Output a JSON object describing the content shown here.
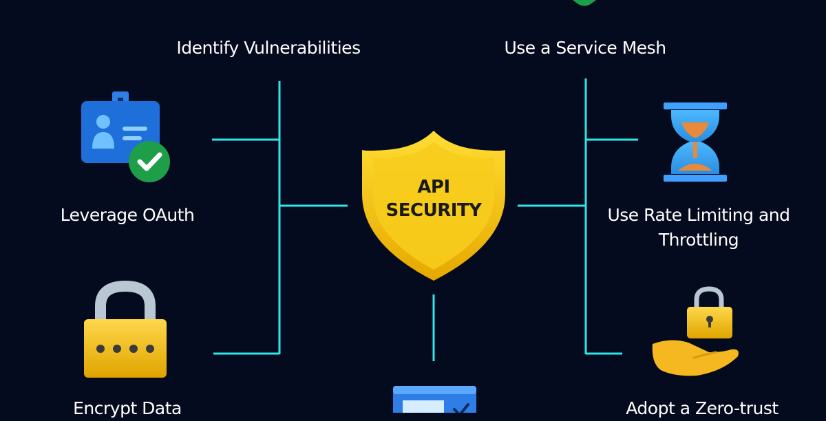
{
  "center": {
    "line1": "API",
    "line2": "SECURITY"
  },
  "practices": {
    "identify_vulnerabilities": "Identify Vulnerabilities",
    "service_mesh": "Use a Service Mesh",
    "oauth": "Leverage OAuth",
    "rate_limiting": "Use Rate Limiting and Throttling",
    "encrypt_data": "Encrypt Data",
    "zero_trust": "Adopt a Zero-trust"
  },
  "colors": {
    "background": "#050b1e",
    "connector": "#2ee6e6",
    "shield": "#f5c518",
    "check_green": "#1f9e4a",
    "id_card_blue": "#1e6fd9"
  },
  "icons": {
    "oauth": "id-card-check-icon",
    "encrypt": "padlock-icon",
    "rate": "hourglass-icon",
    "zero_trust": "hand-lock-icon",
    "center": "shield-icon"
  }
}
